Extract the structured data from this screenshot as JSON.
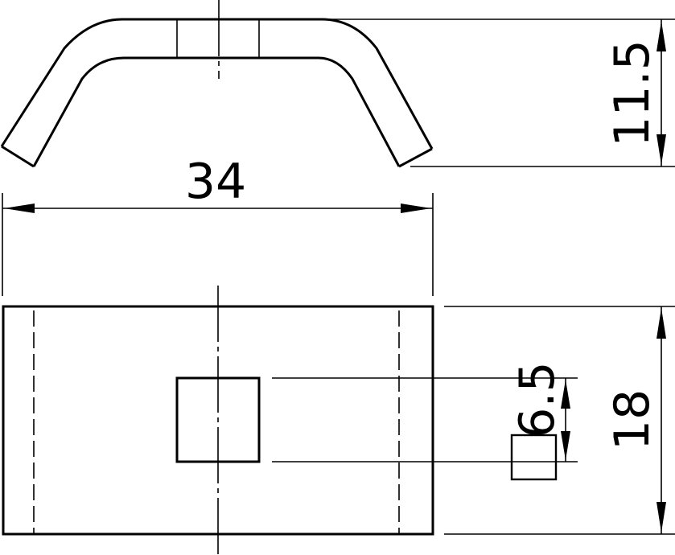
{
  "drawing": {
    "colors": {
      "line": "#000000",
      "background": "#ffffff"
    },
    "dimensions": {
      "width": "34",
      "height_profile": "11.5",
      "depth": "18",
      "hole_size": "6.5"
    },
    "symbols": {
      "square_hole": "square-symbol"
    }
  }
}
